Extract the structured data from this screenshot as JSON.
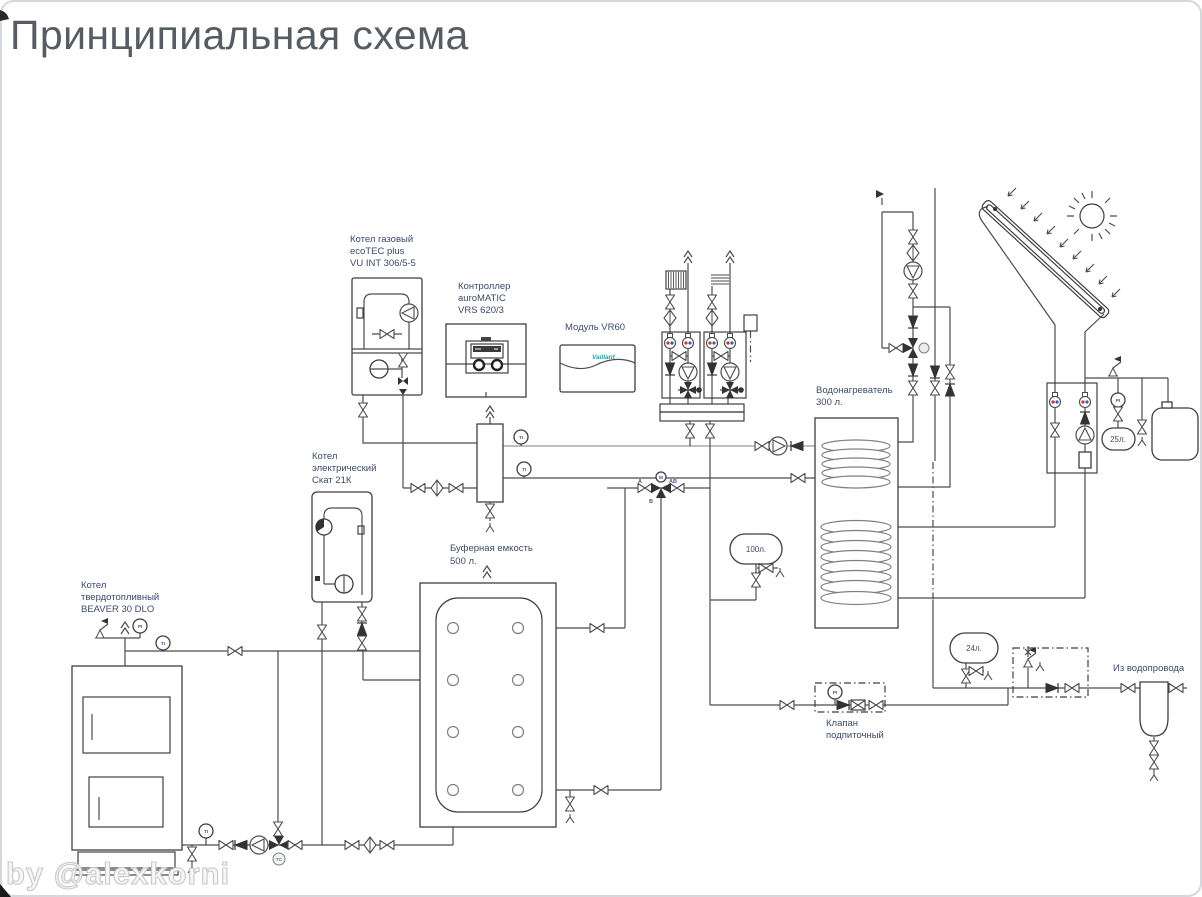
{
  "page": {
    "title": "Принципиальная схема",
    "watermark": "by @alexkorni"
  },
  "colors": {
    "title_gray": "#575c63",
    "label_blue": "#3b4a6b",
    "badge_blue": "#3f5a9e",
    "logo_teal": "#18a8a8"
  },
  "components": {
    "gas_boiler": {
      "label_1": "Котел газовый",
      "label_2": "ecoTEC plus",
      "label_3": "VU INT 306/5-5"
    },
    "controller": {
      "label_1": "Контроллер",
      "label_2": "auroMATIC",
      "label_3": "VRS 620/3"
    },
    "vr60": {
      "label": "Модуль VR60",
      "logo": "Vaillant"
    },
    "electric_boiler": {
      "label_1": "Котел",
      "label_2": "электрический",
      "label_3": "Скат 21К"
    },
    "solid_fuel_boiler": {
      "label_1": "Котел",
      "label_2": "твердотопливный",
      "label_3": "BEAVER 30 DLO"
    },
    "buffer_tank": {
      "label_1": "Буферная емкость",
      "label_2": "500 л."
    },
    "water_heater": {
      "label_1": "Водонагреватель",
      "label_2": "300 л."
    },
    "expansion_tank_100": {
      "label": "100л."
    },
    "expansion_tank_24": {
      "label": "24л."
    },
    "expansion_tank_25": {
      "label": "25л."
    },
    "water_supply": {
      "label": "Из водопровода"
    },
    "makeup_valve": {
      "label_1": "Клапан",
      "label_2": "подпиточный"
    }
  },
  "badges": {
    "ti": "TI",
    "pi": "PI",
    "tc": "TC",
    "motor": "M",
    "port_a": "A",
    "port_b": "B",
    "port_ab": "AB"
  }
}
